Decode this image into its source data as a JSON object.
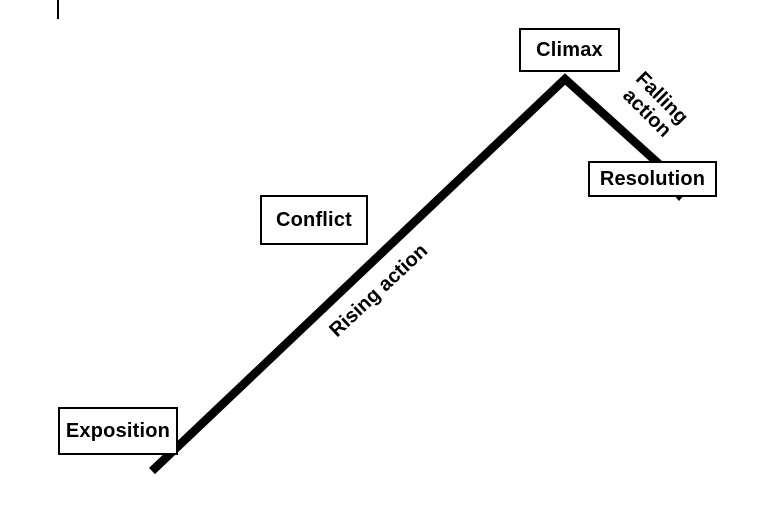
{
  "colors": {
    "line": "#000000",
    "box_border": "#000000",
    "box_fill": "#ffffff",
    "text": "#000000",
    "background": "#ffffff"
  },
  "diagram": {
    "type": "story-plot-structure",
    "nodes": [
      {
        "id": "exposition",
        "label": "Exposition"
      },
      {
        "id": "conflict",
        "label": "Conflict"
      },
      {
        "id": "climax",
        "label": "Climax"
      },
      {
        "id": "resolution",
        "label": "Resolution"
      }
    ],
    "edge_labels": [
      {
        "id": "rising-action",
        "label": "Rising action"
      },
      {
        "id": "falling-action",
        "label": "Falling action"
      }
    ]
  }
}
